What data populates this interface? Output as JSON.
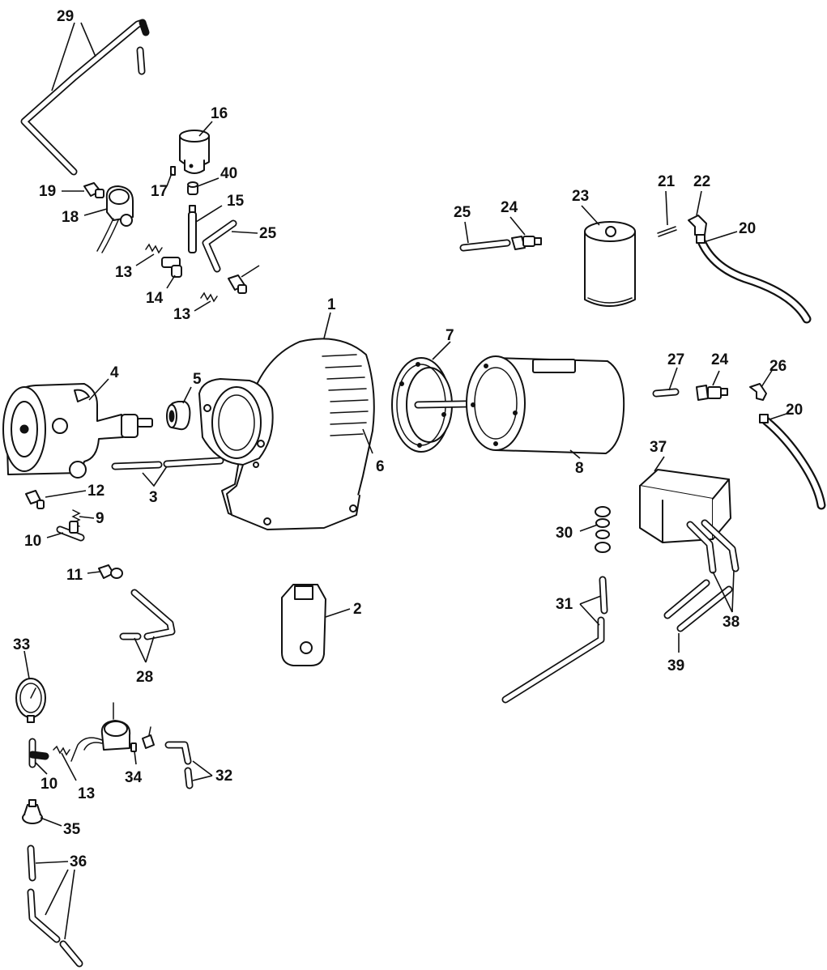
{
  "diagram": {
    "callouts": [
      {
        "id": "c29",
        "text": "29"
      },
      {
        "id": "c16",
        "text": "16"
      },
      {
        "id": "c40",
        "text": "40"
      },
      {
        "id": "c17",
        "text": "17"
      },
      {
        "id": "c19",
        "text": "19"
      },
      {
        "id": "c18",
        "text": "18"
      },
      {
        "id": "c15",
        "text": "15"
      },
      {
        "id": "c25a",
        "text": "25"
      },
      {
        "id": "c13a",
        "text": "13"
      },
      {
        "id": "c14",
        "text": "14"
      },
      {
        "id": "c13b",
        "text": "13"
      },
      {
        "id": "c25b",
        "text": "25"
      },
      {
        "id": "c24a",
        "text": "24"
      },
      {
        "id": "c23",
        "text": "23"
      },
      {
        "id": "c21",
        "text": "21"
      },
      {
        "id": "c22",
        "text": "22"
      },
      {
        "id": "c20a",
        "text": "20"
      },
      {
        "id": "c1",
        "text": "1"
      },
      {
        "id": "c7",
        "text": "7"
      },
      {
        "id": "c4",
        "text": "4"
      },
      {
        "id": "c5",
        "text": "5"
      },
      {
        "id": "c6",
        "text": "6"
      },
      {
        "id": "c3",
        "text": "3"
      },
      {
        "id": "c8",
        "text": "8"
      },
      {
        "id": "c27",
        "text": "27"
      },
      {
        "id": "c24b",
        "text": "24"
      },
      {
        "id": "c26",
        "text": "26"
      },
      {
        "id": "c20b",
        "text": "20"
      },
      {
        "id": "c37",
        "text": "37"
      },
      {
        "id": "c12",
        "text": "12"
      },
      {
        "id": "c9",
        "text": "9"
      },
      {
        "id": "c10a",
        "text": "10"
      },
      {
        "id": "c30",
        "text": "30"
      },
      {
        "id": "c11",
        "text": "11"
      },
      {
        "id": "c2",
        "text": "2"
      },
      {
        "id": "c31",
        "text": "31"
      },
      {
        "id": "c38",
        "text": "38"
      },
      {
        "id": "c39",
        "text": "39"
      },
      {
        "id": "c28",
        "text": "28"
      },
      {
        "id": "c33",
        "text": "33"
      },
      {
        "id": "c10b",
        "text": "10"
      },
      {
        "id": "c13c",
        "text": "13"
      },
      {
        "id": "c34",
        "text": "34"
      },
      {
        "id": "c32",
        "text": "32"
      },
      {
        "id": "c35",
        "text": "35"
      },
      {
        "id": "c36",
        "text": "36"
      }
    ]
  }
}
